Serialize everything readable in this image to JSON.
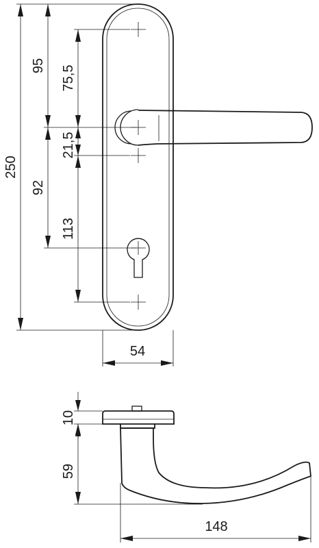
{
  "front_view": {
    "dimensions": {
      "total_height": "250",
      "upper_to_lever": "95",
      "lever_to_keyhole": "92",
      "screw_to_lever": "75,5",
      "lever_to_screw": "21,5",
      "screw_to_screw": "113",
      "plate_width": "54"
    }
  },
  "side_view": {
    "dimensions": {
      "rose_thickness": "10",
      "lever_depth": "59",
      "lever_length": "148"
    }
  }
}
